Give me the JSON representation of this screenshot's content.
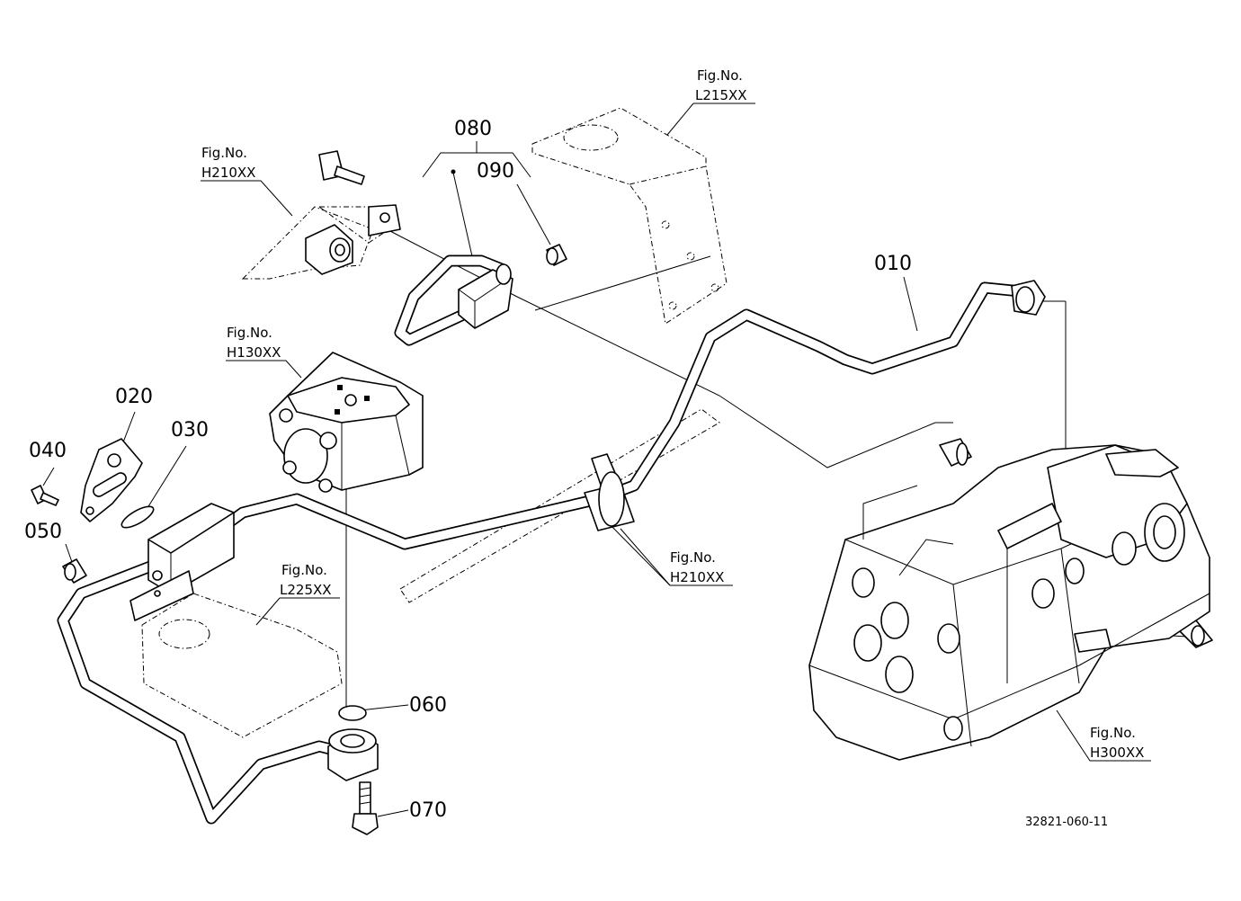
{
  "parts": {
    "p010": "010",
    "p020": "020",
    "p030": "030",
    "p040": "040",
    "p050": "050",
    "p060": "060",
    "p070": "070",
    "p080": "080",
    "p090": "090"
  },
  "fig_refs": {
    "fig_label": "Fig.No.",
    "h210_top": "H210XX",
    "l215": "L215XX",
    "h130": "H130XX",
    "l225": "L225XX",
    "h210_mid": "H210XX",
    "h300": "H300XX"
  },
  "drawing_code": "32821-060-11"
}
